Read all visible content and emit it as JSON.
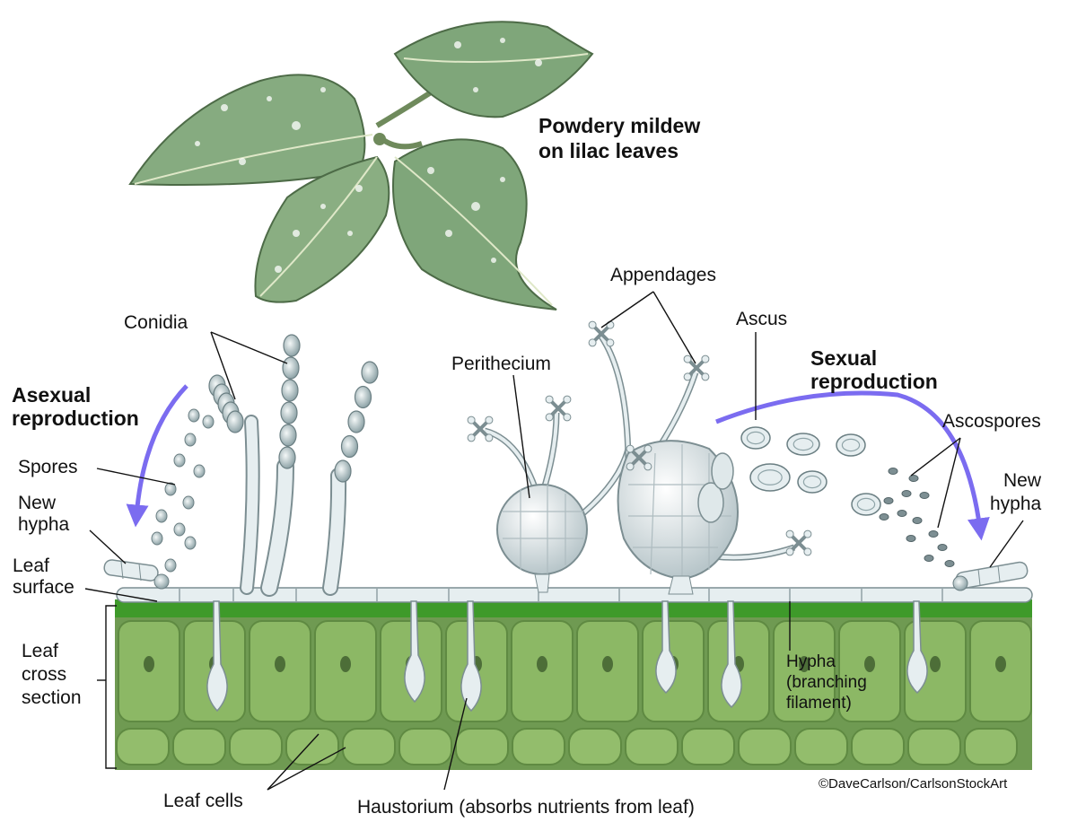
{
  "diagram": {
    "title_line1": "Powdery mildew",
    "title_line2": "on lilac leaves",
    "asexual_line1": "Asexual",
    "asexual_line2": "reproduction",
    "sexual_line1": "Sexual",
    "sexual_line2": "reproduction",
    "labels": {
      "conidia": "Conidia",
      "spores": "Spores",
      "new_hypha_left_1": "New",
      "new_hypha_left_2": "hypha",
      "leaf_surface_1": "Leaf",
      "leaf_surface_2": "surface",
      "leaf_cross_1": "Leaf",
      "leaf_cross_2": "cross",
      "leaf_cross_3": "section",
      "leaf_cells": "Leaf cells",
      "haustorium": "Haustorium (absorbs nutrients from leaf)",
      "appendages": "Appendages",
      "perithecium": "Perithecium",
      "ascus": "Ascus",
      "ascospores": "Ascospores",
      "new_hypha_right_1": "New",
      "new_hypha_right_2": "hypha",
      "hypha_1": "Hypha",
      "hypha_2": "(branching",
      "hypha_3": "filament)"
    },
    "credit": "©DaveCarlson/CarlsonStockArt",
    "colors": {
      "leaf_green": "#7fa67a",
      "tissue_green": "#86b060",
      "surface_green": "#3e9a2a",
      "fungus_white": "#e6eef0",
      "arrow_blue": "#7b6cf0"
    }
  }
}
